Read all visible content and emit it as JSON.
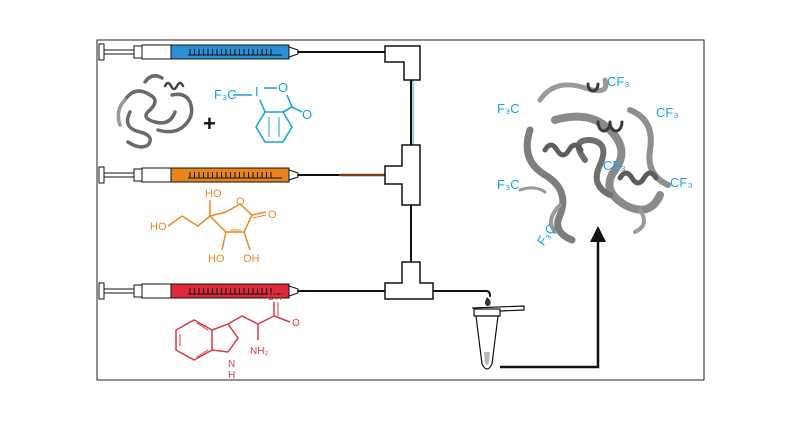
{
  "colors": {
    "syringe_blue": "#2a8fd6",
    "syringe_orange": "#e8841c",
    "syringe_red": "#e02a3c",
    "label_blue": "#1aa3dd",
    "label_orange": "#e8892a",
    "label_red": "#d63b4a",
    "tube_line": "#111111",
    "protein": "#8a8a8a"
  },
  "reagents": {
    "togni": {
      "cf3": "F₃C",
      "iodine": "I",
      "oxygen_ring": "O",
      "oxygen_carbonyl": "O"
    },
    "plus": "+",
    "ascorbate": {
      "ho_top": "HO",
      "ho_left": "HO",
      "ho_bottom_left": "HO",
      "oh_bottom_right": "OH",
      "o_ring": "O",
      "o_carbonyl": "O"
    },
    "tryptophan": {
      "oh": "OH",
      "o": "O",
      "nh2": "NH₂",
      "nh": "N",
      "h": "H"
    }
  },
  "product": {
    "labels": [
      "CF₃",
      "F₃C",
      "CF₃",
      "CF₃",
      "F₃C",
      "CF₃",
      "F₃C"
    ]
  },
  "icons": [
    "syringe-icon",
    "mixer-junction-icon",
    "microtube-icon",
    "droplet-icon",
    "protein-ribbon-icon",
    "arrow-up-icon"
  ]
}
